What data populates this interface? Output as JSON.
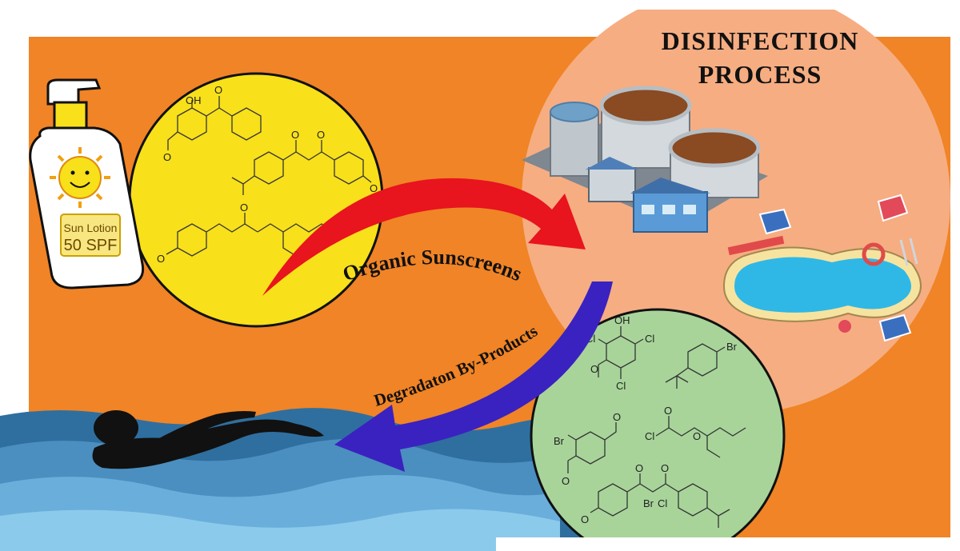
{
  "title": {
    "line1": "DISINFECTION",
    "line2": "PROCESS"
  },
  "arrow_labels": {
    "forward": "Organic Sunscreens",
    "backward": "Degradaton By-Products"
  },
  "bottle": {
    "line1": "Sun Lotion",
    "line2": "50 SPF"
  },
  "sunscreen_molecules": {
    "atoms": [
      "OH",
      "O",
      "O",
      "O",
      "O",
      "O",
      "O",
      "O"
    ]
  },
  "byproduct_molecules": {
    "atoms": [
      "OH",
      "Cl",
      "Cl",
      "O",
      "Cl",
      "Br",
      "O",
      "Br",
      "O",
      "Cl",
      "O",
      "O",
      "O",
      "Br",
      "Cl",
      "O",
      "O"
    ]
  },
  "colors": {
    "background": "#f08426",
    "sunscreen_circle": "#f8e01a",
    "byproduct_circle": "#a8d49a",
    "process_circle": "#f6ad82",
    "forward_arrow": "#e8141e",
    "backward_arrow": "#3a22c0",
    "water_dark": "#2e6f9f",
    "water_light": "#7fc0e6"
  },
  "icons": [
    "sun-lotion-bottle-icon",
    "treatment-plant-icon",
    "swimming-pool-icon",
    "swimmer-silhouette-icon"
  ]
}
